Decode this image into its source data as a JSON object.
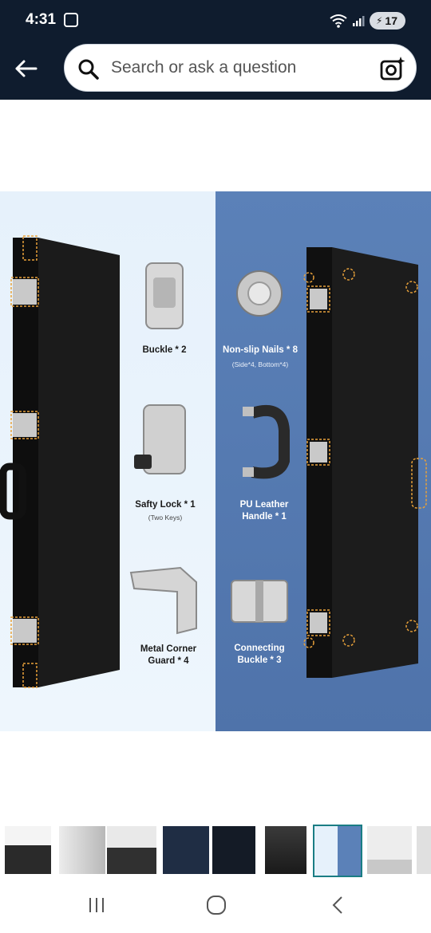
{
  "status_bar": {
    "time": "4:31",
    "battery_level": "17"
  },
  "header": {
    "back_icon": "arrow-left-icon",
    "search_placeholder": "Search or ask a question",
    "camera_icon": "camera-sparkle-icon"
  },
  "product": {
    "labels": {
      "buckle": "Buckle * 2",
      "nails": "Non-slip Nails * 8",
      "nails_sub": "(Side*4, Bottom*4)",
      "lock": "Safty Lock * 1",
      "lock_sub": "(Two Keys)",
      "handle_line1": "PU Leather",
      "handle_line2": "Handle * 1",
      "corner_line1": "Metal Corner",
      "corner_line2": "Guard * 4",
      "connect_line1": "Connecting",
      "connect_line2": "Buckle  * 3"
    },
    "colors": {
      "left_panel": "#e6f1fb",
      "right_panel": "#5b81b8",
      "case": "#151515",
      "highlight": "#e8a13a"
    }
  },
  "thumbnails": {
    "count": 9,
    "selected_index": 6
  },
  "nav": {
    "recent_icon": "recent-apps-icon",
    "home_icon": "home-icon",
    "back_icon": "back-chevron-icon"
  }
}
